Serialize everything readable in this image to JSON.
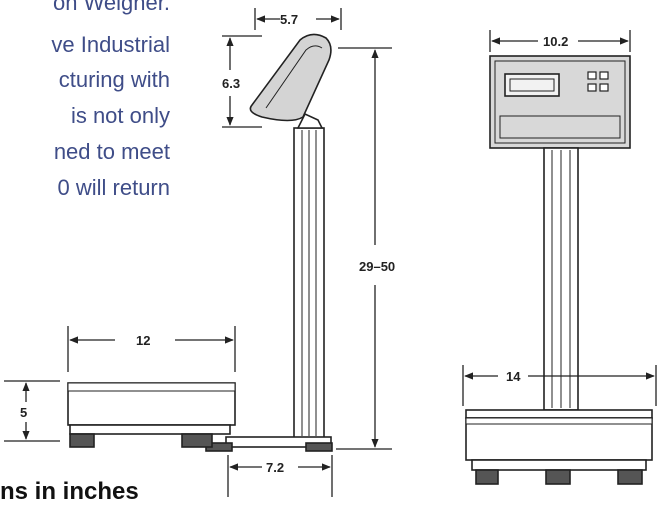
{
  "paragraph_lines": [
    "on Weigher.",
    "ve Industrial",
    "cturing with",
    "is not only",
    "ned to meet",
    "0 will return"
  ],
  "caption": "ns in inches",
  "dimensions": {
    "display_width": "5.7",
    "display_height": "6.3",
    "overall_height": "29–50",
    "platform_width": "12",
    "platform_height": "5",
    "base_depth": "7.2",
    "front_display_width": "10.2",
    "front_platform_width": "14"
  }
}
